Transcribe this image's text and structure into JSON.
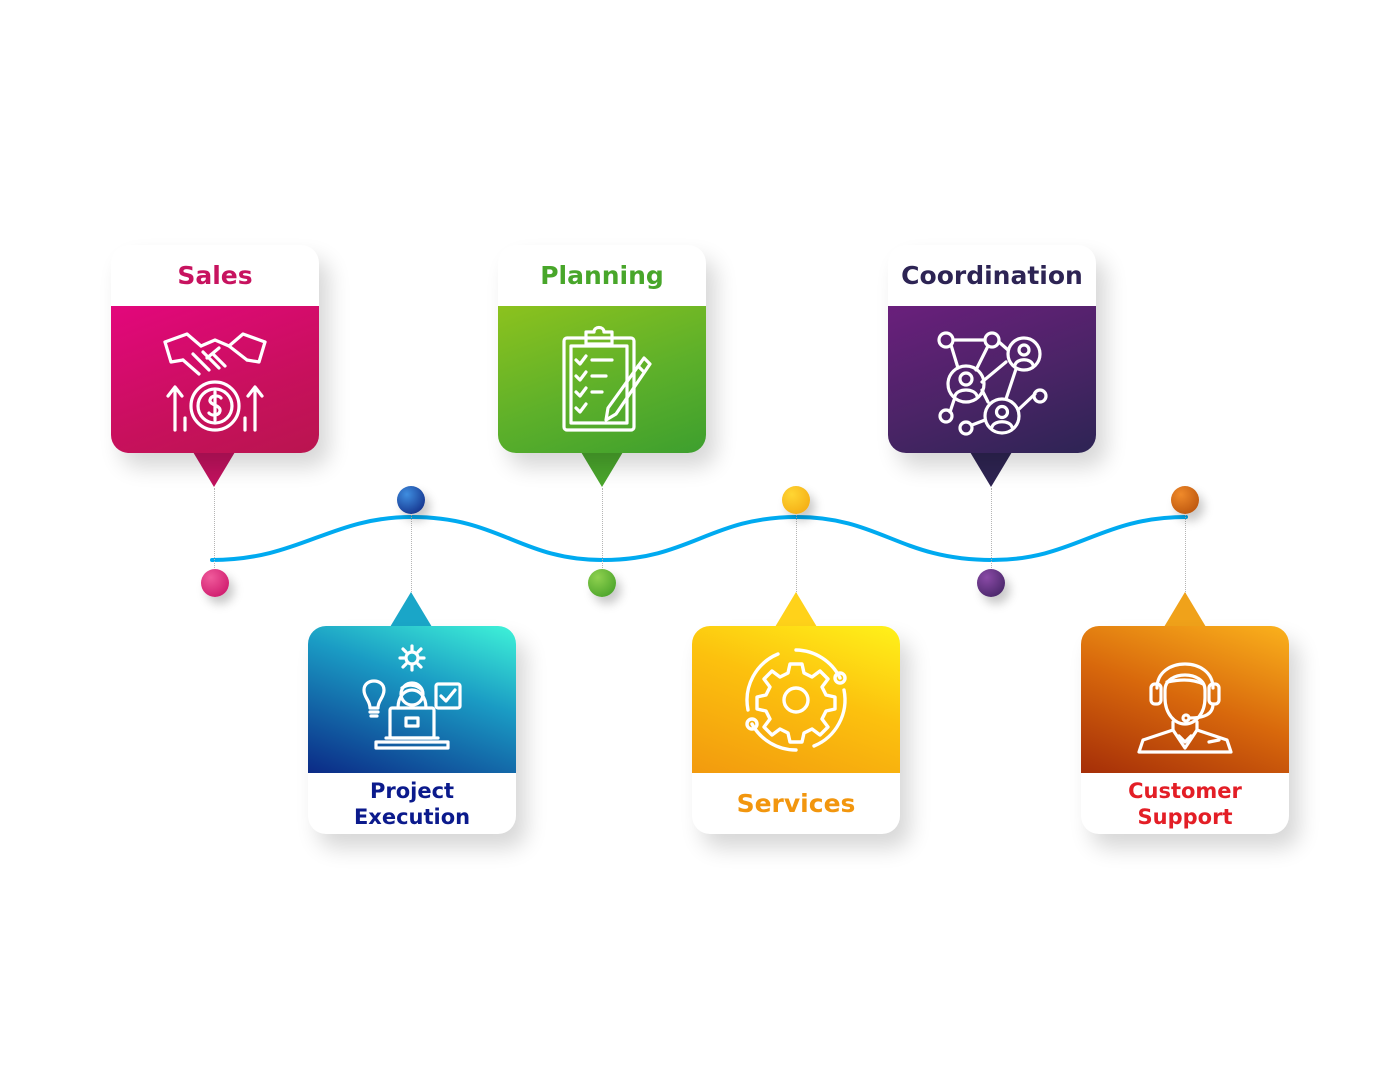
{
  "steps": [
    {
      "label": "Sales",
      "icon": "handshake-money-icon",
      "color": "#c7135f"
    },
    {
      "label": "Project Execution",
      "icon": "developer-idea-icon",
      "color": "#0b1a8c"
    },
    {
      "label": "Planning",
      "icon": "clipboard-checklist-icon",
      "color": "#48a62a"
    },
    {
      "label": "Services",
      "icon": "gear-icon",
      "color": "#f2960e"
    },
    {
      "label": "Coordination",
      "icon": "network-people-icon",
      "color": "#2d2454"
    },
    {
      "label": "Customer Support",
      "icon": "headset-agent-icon",
      "color": "#e31e26"
    }
  ],
  "timeline": {
    "line_color": "#00aaf0"
  }
}
